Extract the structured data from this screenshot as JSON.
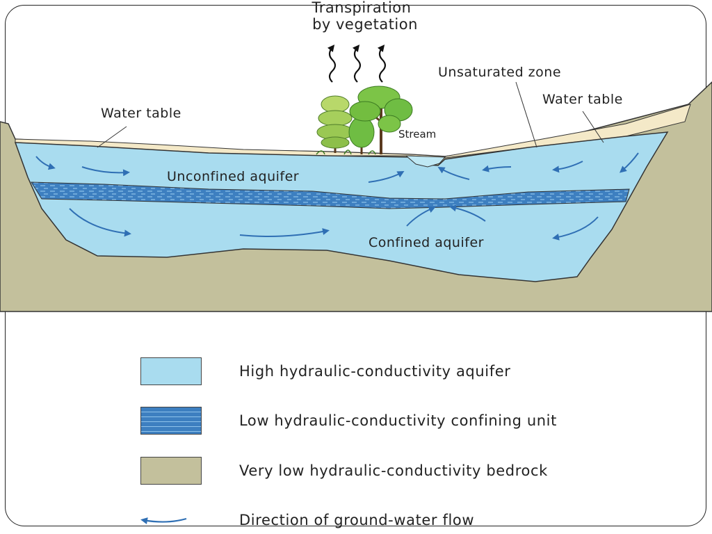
{
  "colors": {
    "aquifer": "#a9dcef",
    "confining": "#3d7fc0",
    "bedrock": "#c3c09c",
    "soil": "#f4e9c8",
    "arrow": "#2f6fb4",
    "foliage": "#7cc447"
  },
  "diagram": {
    "transpiration_line1": "Transpiration",
    "transpiration_line2": "by vegetation",
    "water_table_left": "Water table",
    "unsaturated_zone": "Unsaturated zone",
    "water_table_right": "Water table",
    "stream": "Stream",
    "unconfined_aquifer": "Unconfined aquifer",
    "confined_aquifer": "Confined aquifer"
  },
  "legend": {
    "items": [
      {
        "label": "High hydraulic-conductivity aquifer",
        "swatch": "aquifer"
      },
      {
        "label": "Low hydraulic-conductivity confining unit",
        "swatch": "confining"
      },
      {
        "label": "Very low hydraulic-conductivity bedrock",
        "swatch": "bedrock"
      },
      {
        "label": "Direction of ground-water flow",
        "swatch": "arrow"
      }
    ]
  }
}
